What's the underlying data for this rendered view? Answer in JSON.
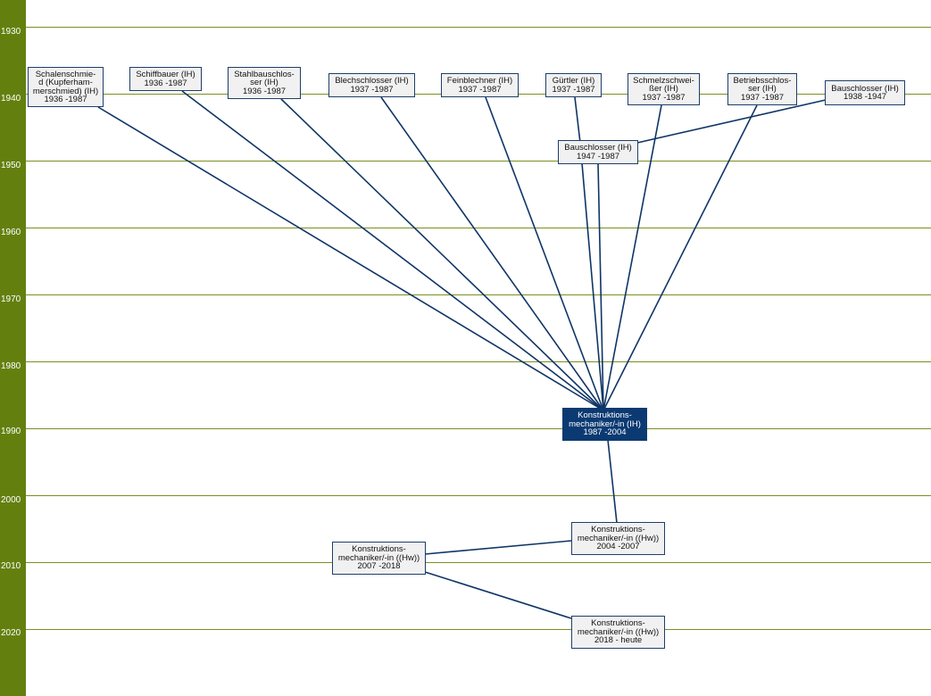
{
  "years": [
    "1930",
    "1940",
    "1950",
    "1960",
    "1970",
    "1980",
    "1990",
    "2000",
    "2010",
    "2020"
  ],
  "nodes": {
    "schalenschmied": {
      "lines": [
        "Schalenschmie-",
        "d (Kupferham-",
        "merschmied) (IH)"
      ],
      "period": "1936 -1987"
    },
    "schiffbauer": {
      "lines": [
        "Schiffbauer (IH)"
      ],
      "period": "1936 -1987"
    },
    "stahlbauschlosser": {
      "lines": [
        "Stahlbauschlos-",
        "ser (IH)"
      ],
      "period": "1936 -1987"
    },
    "blechschlosser": {
      "lines": [
        "Blechschlosser (IH)"
      ],
      "period": "1937 -1987"
    },
    "feinblechner": {
      "lines": [
        "Feinblechner (IH)"
      ],
      "period": "1937 -1987"
    },
    "guertler": {
      "lines": [
        "Gürtler (IH)"
      ],
      "period": "1937 -1987"
    },
    "schmelzschweisser": {
      "lines": [
        "Schmelzschwei-",
        "ßer (IH)"
      ],
      "period": "1937 -1987"
    },
    "betriebsschlosser": {
      "lines": [
        "Betriebsschlos-",
        "ser (IH)"
      ],
      "period": "1937 -1987"
    },
    "bauschlosser_1938": {
      "lines": [
        "Bauschlosser (IH)"
      ],
      "period": "1938 -1947"
    },
    "bauschlosser_1947": {
      "lines": [
        "Bauschlosser (IH)"
      ],
      "period": "1947 -1987"
    },
    "konstruktionsmechaniker_ih": {
      "lines": [
        "Konstruktions-",
        "mechaniker/-in (IH)"
      ],
      "period": "1987 -2004"
    },
    "konstruktionsmechaniker_hw_2004": {
      "lines": [
        "Konstruktions-",
        "mechaniker/-in ((Hw))"
      ],
      "period": "2004 -2007"
    },
    "konstruktionsmechaniker_hw_2007": {
      "lines": [
        "Konstruktions-",
        "mechaniker/-in ((Hw))"
      ],
      "period": "2007 -2018"
    },
    "konstruktionsmechaniker_hw_2018": {
      "lines": [
        "Konstruktions-",
        "mechaniker/-in ((Hw))"
      ],
      "period": "2018 - heute"
    }
  },
  "colors": {
    "axis": "#63800f",
    "gridline": "#7a8f22",
    "link": "#0f3566",
    "node_fill": "#f1f1f1",
    "node_border": "#1f3e6a",
    "current_fill": "#0b3a72"
  }
}
